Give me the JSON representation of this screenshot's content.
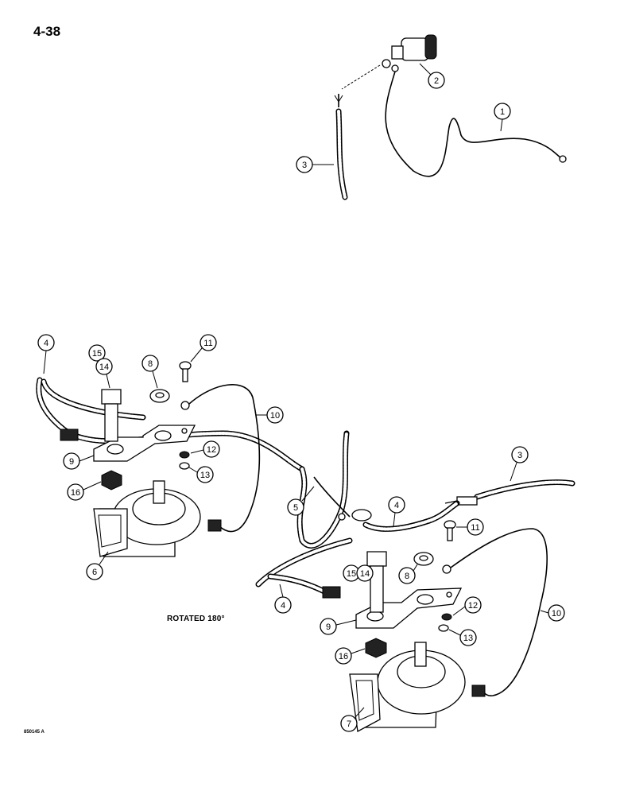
{
  "page_number": "4-38",
  "note": "ROTATED 180°",
  "drawing_ref": "850145 A",
  "callouts": [
    "1",
    "2",
    "3",
    "4",
    "5",
    "6",
    "7",
    "8",
    "9",
    "10",
    "11",
    "12",
    "13",
    "14",
    "15",
    "16"
  ]
}
